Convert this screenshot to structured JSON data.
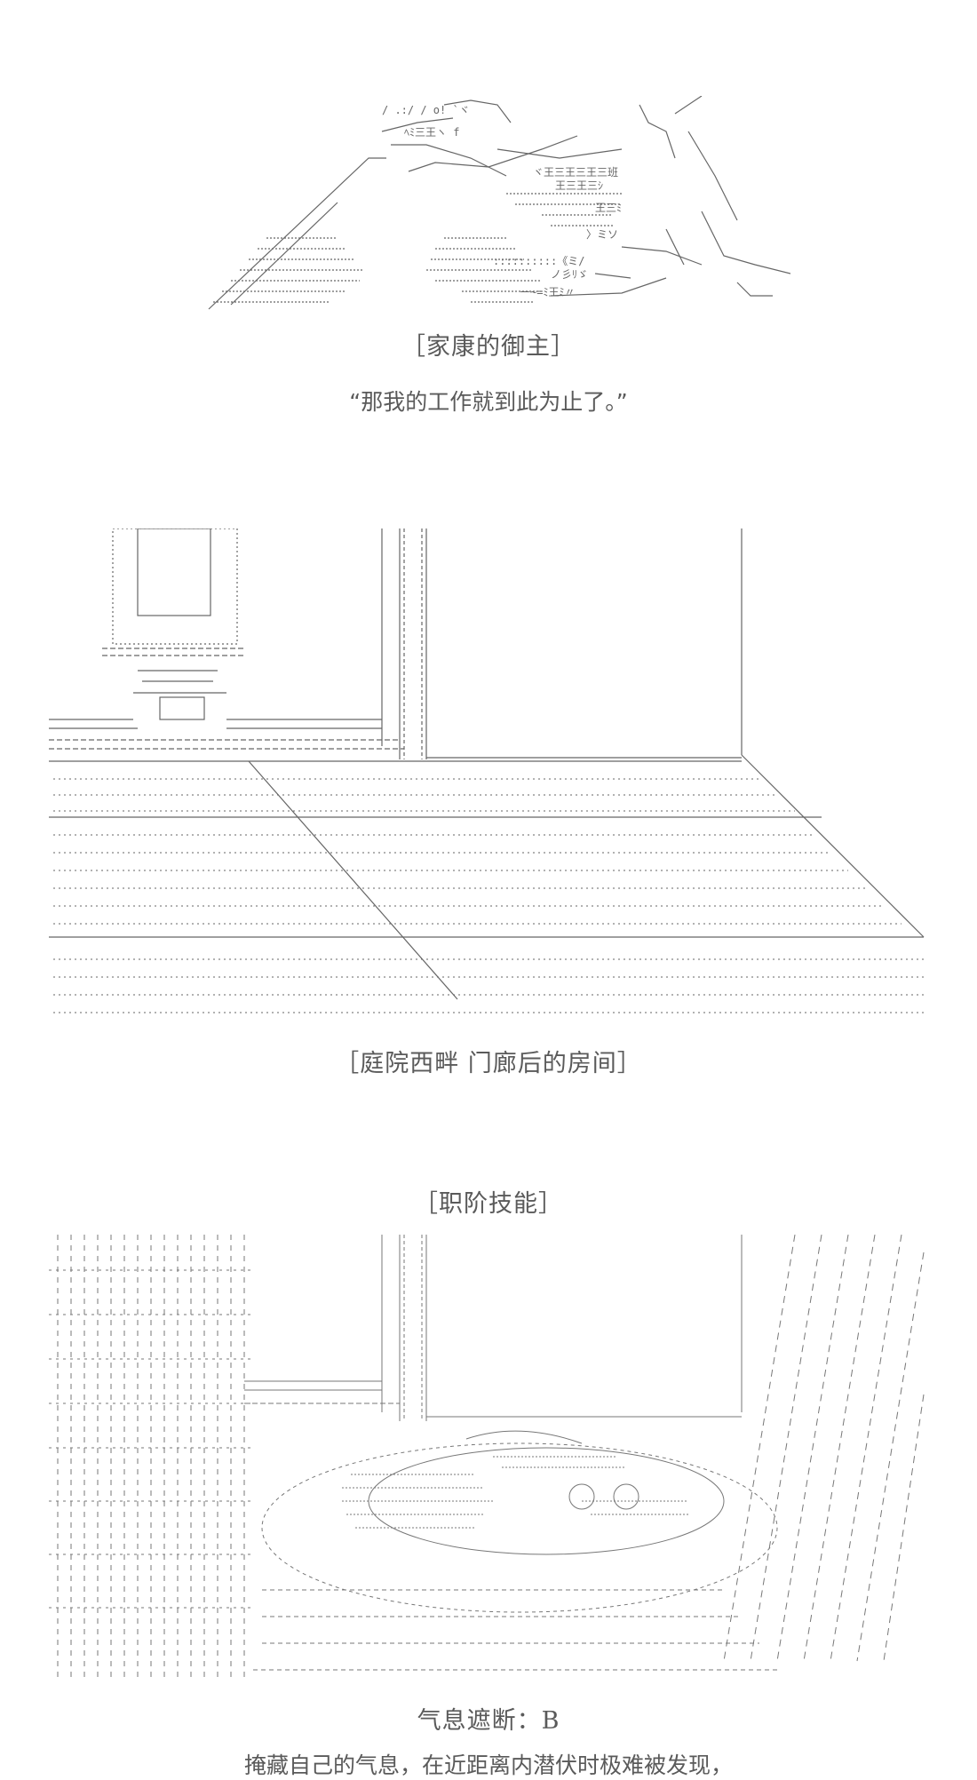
{
  "panel1": {
    "title": "［家康的御主］",
    "quote": "“那我的工作就到此为止了。”"
  },
  "panel2": {
    "title": "［庭院西畔 门廊后的房间］"
  },
  "panel3": {
    "section_title": "［职阶技能］",
    "skill_name": "气息遮断：B",
    "skill_desc": "掩藏自己的气息，在近距离内潜伏时极难被发现，"
  },
  "colors": {
    "text": "#5a5a5a",
    "line_art": "#6a6a6a"
  }
}
